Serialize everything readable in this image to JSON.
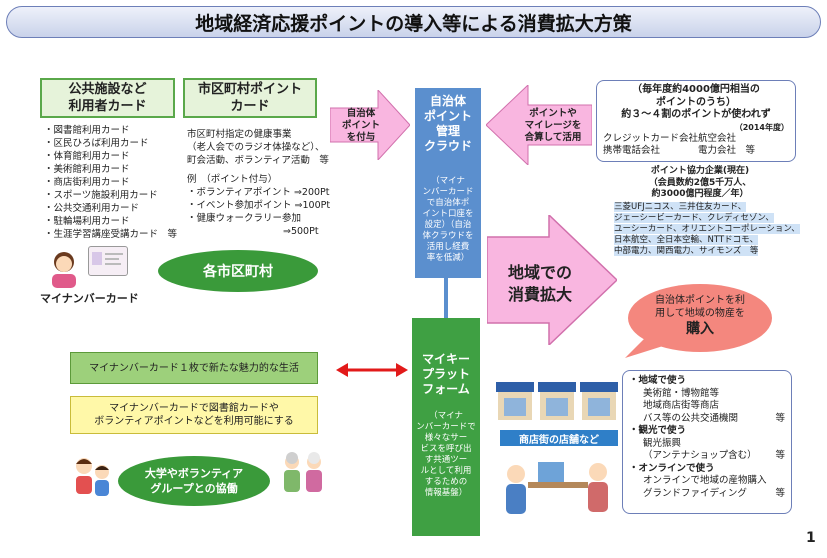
{
  "title": "地域経済応援ポイントの導入等による消費拡大方策",
  "public_cards": {
    "heading_line1": "公共施設など",
    "heading_line2": "利用者カード",
    "items": [
      "・図書館利用カード",
      "・区民ひろば利用カード",
      "・体育館利用カード",
      "・美術館利用カード",
      "・商店街利用カード",
      "・スポーツ施設利用カード",
      "・公共交通利用カード",
      "・駐輪場利用カード",
      "・生涯学習講座受講カード　等"
    ]
  },
  "municipal_points": {
    "heading_line1": "市区町村ポイント",
    "heading_line2": "カード",
    "desc": [
      "市区町村指定の健康事業",
      "（老人会でのラジオ体操など）、",
      "町会活動、ボランティア活動　等"
    ],
    "example_label": "例　（ポイント付与）",
    "examples": [
      "・ボランティアポイント ⇒200Pt",
      "・イベント参加ポイント ⇒100Pt",
      "・健康ウォークラリー参加"
    ],
    "last_value": "⇒500Pt"
  },
  "mynumber_label": "マイナンバーカード",
  "municipalities": "各市区町村",
  "arrow_left_text": [
    "自治体",
    "ポイント",
    "を付与"
  ],
  "cloud": {
    "title": [
      "自治体",
      "ポイント",
      "管理",
      "クラウド"
    ],
    "desc": [
      "（マイナ",
      "ンバーカード",
      "で自治体ポ",
      "イント口座を",
      "設定）（自治",
      "体クラウドを",
      "活用し経費",
      "率を低減）"
    ]
  },
  "arrow_right_text": [
    "ポイントや",
    "マイレージを",
    "合算して活用"
  ],
  "corporate": {
    "line1": "（毎年度約4000億円相当の",
    "line2": "ポイントのうち）",
    "line3": "約３～４割のポイントが使われず",
    "year": "（2014年度）",
    "row1a": "クレジットカード会社",
    "row1b": "航空会社",
    "row2a": "携帯電話会社",
    "row2b": "電力会社　等"
  },
  "partners": {
    "line1": "ポイント協力企業(現在)",
    "line2": "（会員数約2億5千万人、",
    "line3": "約3000億円程度／年）",
    "names": [
      "三菱UFJニコス、三井住友カード、",
      "ジェーシービーカード、クレディセゾン、",
      "ユーシーカード、オリエントコーポレーション、",
      "日本航空、全日本空輸、NTTドコモ、",
      "中部電力、関西電力、サイモンズ　等"
    ]
  },
  "expansion": [
    "地域での",
    "消費拡大"
  ],
  "buy_bubble": {
    "line1": "自治体ポイントを利",
    "line2": "用して地域の物産を",
    "emph": "購入"
  },
  "myKey": {
    "title": [
      "マイキー",
      "プラット",
      "フォーム"
    ],
    "desc": [
      "（マイナ",
      "ンバーカードで",
      "様々なサー",
      "ビスを呼び出",
      "す共通ツー",
      "ルとして利用",
      "するための",
      "情報基盤）"
    ]
  },
  "new_life": "マイナンバーカード１枚で新たな魅力的な生活",
  "library_use": [
    "マイナンバーカードで図書館カードや",
    "ボランティアポイントなどを利用可能にする"
  ],
  "collab": [
    "大学やボランティア",
    "グループとの協働"
  ],
  "shops_label": "商店街の店舗など",
  "uses": {
    "local_h": "・地域で使う",
    "local": [
      "美術館・博物館等",
      "地域商店街等商店",
      "バス等の公共交通機関"
    ],
    "local_etc": "等",
    "tour_h": "・観光で使う",
    "tour": [
      "観光振興",
      "（アンテナショップ含む）"
    ],
    "tour_etc": "等",
    "online_h": "・オンラインで使う",
    "online": [
      "オンラインで地域の産物購入",
      "グランドファイディング"
    ],
    "online_etc": "等"
  },
  "page_number": "1",
  "colors": {
    "green": "#3fa043",
    "blue": "#5b8fce",
    "pink": "#f9b6e0",
    "title_bg": "#c9d2ea"
  }
}
